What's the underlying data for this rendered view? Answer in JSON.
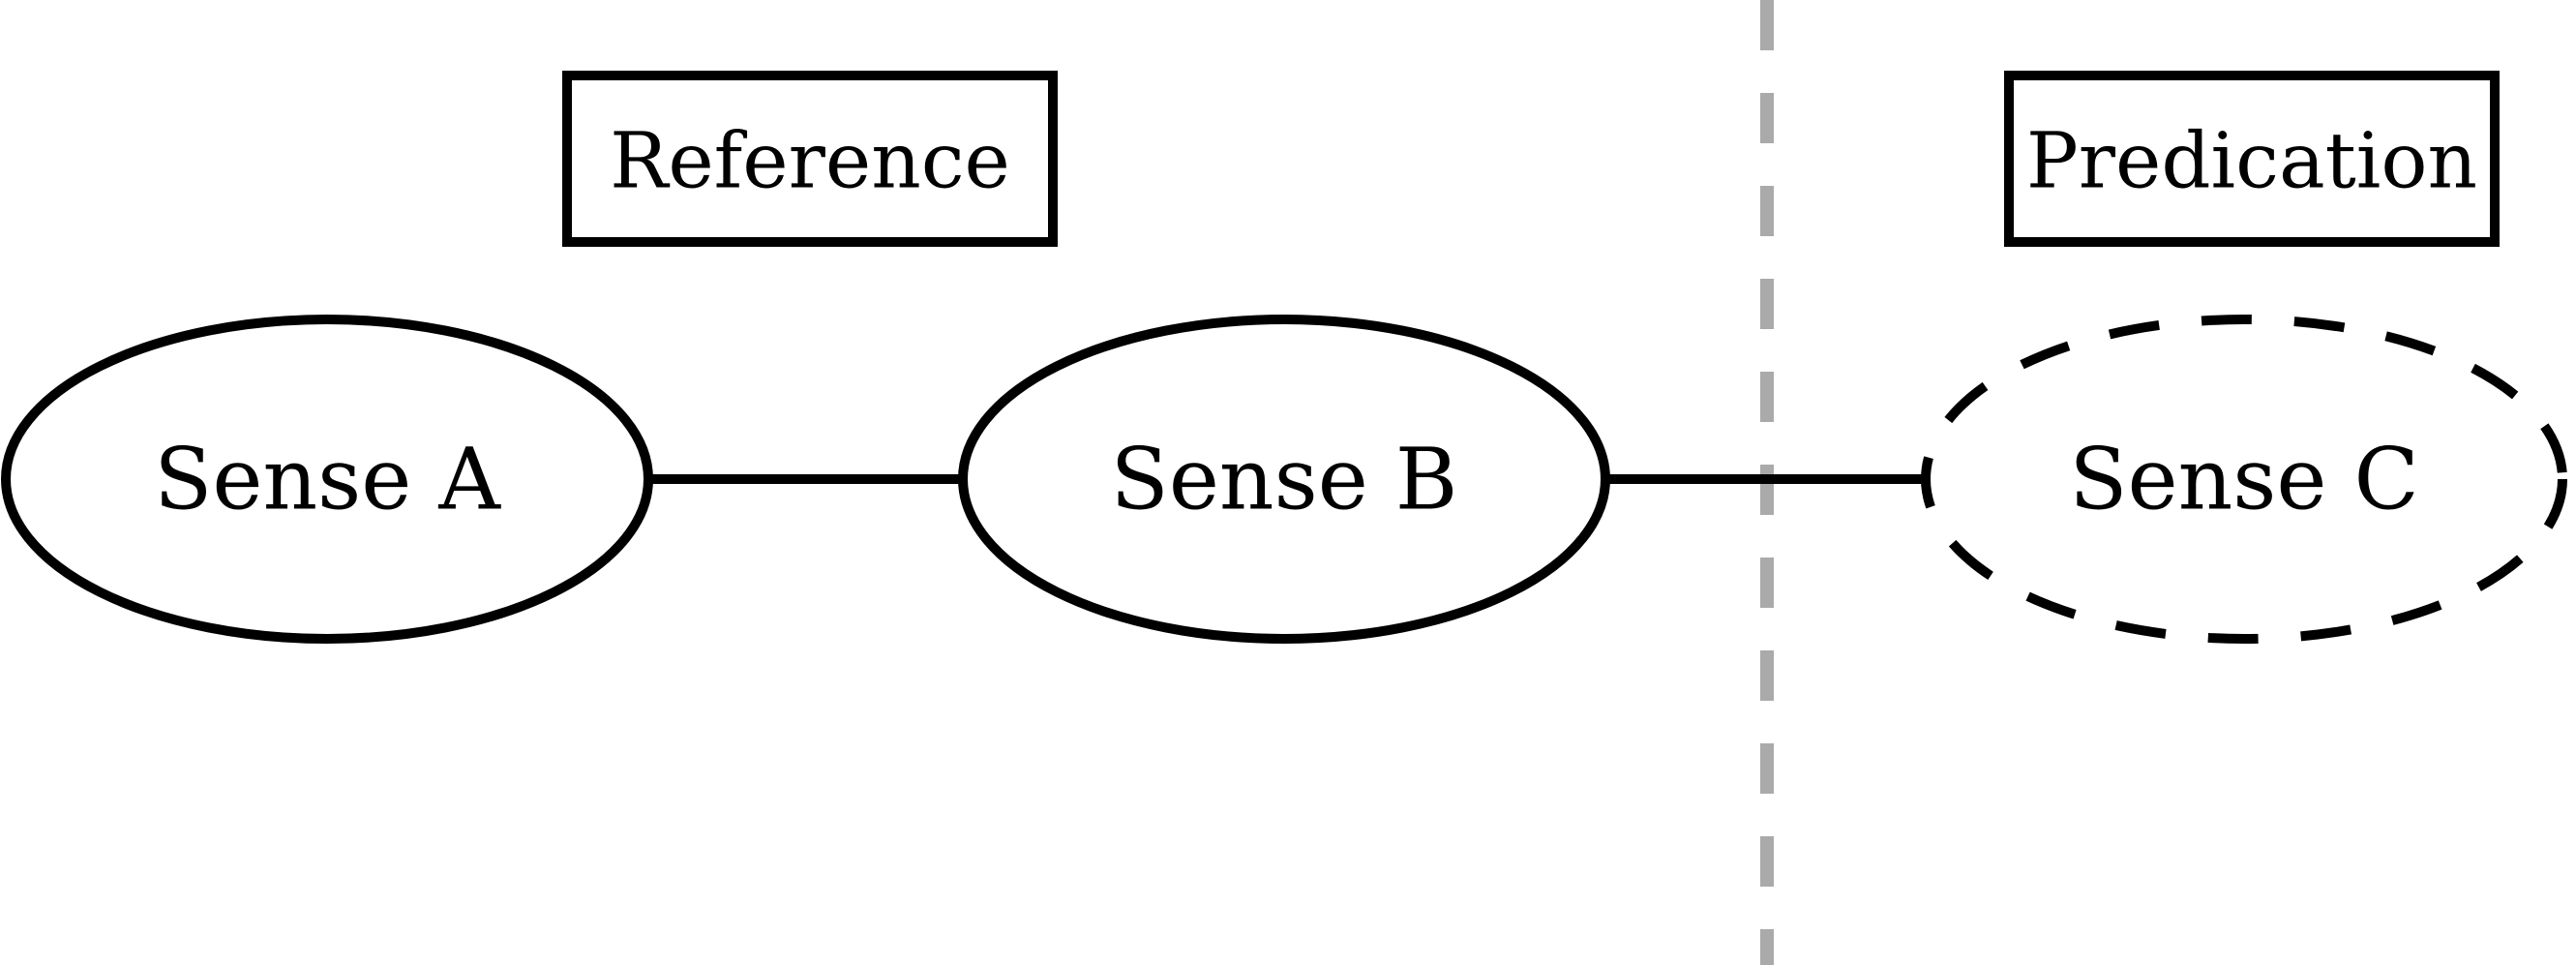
{
  "diagram": {
    "region_labels": {
      "reference": "Reference",
      "predication": "Predication"
    },
    "nodes": {
      "sense_a": "Sense A",
      "sense_b": "Sense B",
      "sense_c": "Sense C"
    },
    "colors": {
      "stroke": "#000000",
      "divider": "#aaaaaa",
      "background": "#ffffff"
    }
  }
}
